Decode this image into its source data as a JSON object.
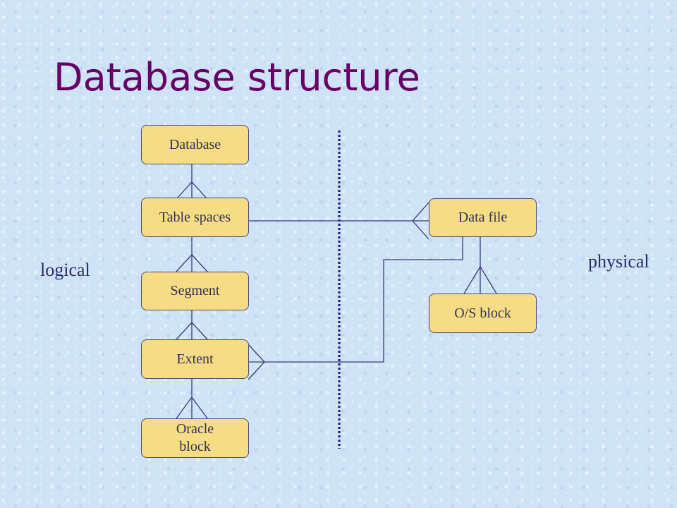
{
  "slide": {
    "title": "Database structure",
    "logical_label": "logical",
    "physical_label": "physical"
  },
  "entities": {
    "database": "Database",
    "table_spaces": "Table spaces",
    "segment": "Segment",
    "extent": "Extent",
    "oracle_block": "Oracle block",
    "data_file": "Data file",
    "os_block": "O/S block"
  },
  "colors": {
    "title": "#660066",
    "box_fill": "#f6dc84",
    "line": "#3a3a7a",
    "divider": "#2a2a8a"
  }
}
